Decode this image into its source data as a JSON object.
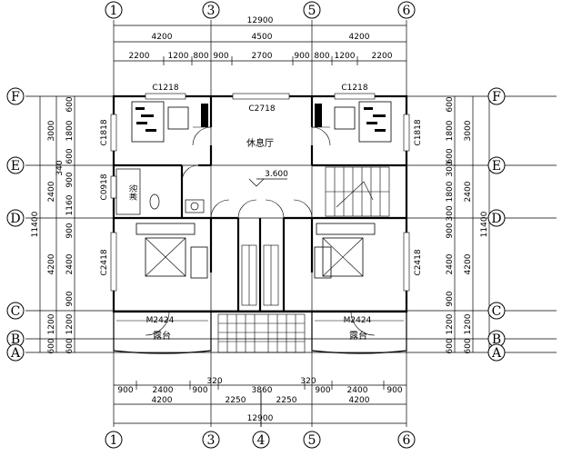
{
  "axes_numbers": {
    "a1": "1",
    "a3": "3",
    "a5": "5",
    "a6": "6",
    "a4": "4"
  },
  "axes_letters": {
    "F": "F",
    "E": "E",
    "D": "D",
    "C": "C",
    "B": "B",
    "A": "A"
  },
  "top_dims": {
    "total": "12900",
    "mid": [
      "4200",
      "4500",
      "4200"
    ],
    "inner": [
      "2200",
      "1200",
      "800",
      "900",
      "2700",
      "900",
      "800",
      "1200",
      "2200"
    ]
  },
  "bottom_dims": {
    "total": "12900",
    "mid": [
      "4200",
      "2250",
      "2250",
      "4200"
    ],
    "inner": [
      "900",
      "2400",
      "900",
      "320",
      "3860",
      "320",
      "900",
      "2400",
      "900"
    ]
  },
  "left_dims": {
    "total": "11400",
    "mid": [
      "3000",
      "2400",
      "4200",
      "1200",
      "600"
    ],
    "inner": [
      "600",
      "1800",
      "600",
      "340",
      "900",
      "1160",
      "900",
      "2400",
      "900",
      "1200",
      "600"
    ]
  },
  "right_dims": {
    "total": "11400",
    "mid": [
      "3000",
      "2400",
      "4200",
      "1200",
      "600"
    ],
    "inner": [
      "600",
      "1800",
      "600",
      "300",
      "1800",
      "300",
      "900",
      "2400",
      "900",
      "1200",
      "600"
    ]
  },
  "labels": {
    "c1218_left": "C1218",
    "c1218_right": "C1218",
    "c2718": "C2718",
    "lounge": "休息厅",
    "level": "3.600",
    "c1818_left": "C1818",
    "c1818_right": "C1818",
    "c0918": "C0918",
    "shower": "淋浴",
    "c2418_left": "C2418",
    "c2418_right": "C2418",
    "m2424_left": "M2424",
    "m2424_right": "M2424",
    "terrace_left": "露台",
    "terrace_right": "露台"
  }
}
